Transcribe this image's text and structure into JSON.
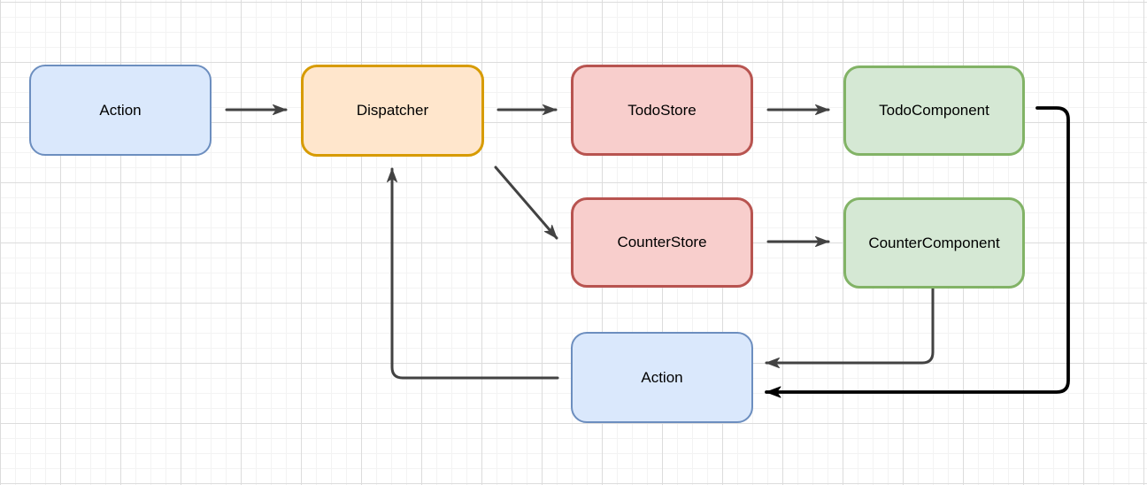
{
  "canvas": {
    "background": "#ffffff",
    "grid_minor_color": "#f3f3f3",
    "grid_major_color": "#dcdcdc"
  },
  "nodes": {
    "action_top": {
      "label": "Action",
      "fill": "#dae8fc",
      "stroke": "#6c8ebf"
    },
    "dispatcher": {
      "label": "Dispatcher",
      "fill": "#ffe6cc",
      "stroke": "#d79b00"
    },
    "todo_store": {
      "label": "TodoStore",
      "fill": "#f8cecc",
      "stroke": "#b85450"
    },
    "todo_component": {
      "label": "TodoComponent",
      "fill": "#d5e8d4",
      "stroke": "#82b366"
    },
    "counter_store": {
      "label": "CounterStore",
      "fill": "#f8cecc",
      "stroke": "#b85450"
    },
    "counter_component": {
      "label": "CounterComponent",
      "fill": "#d5e8d4",
      "stroke": "#82b366"
    },
    "action_bottom": {
      "label": "Action",
      "fill": "#dae8fc",
      "stroke": "#6c8ebf"
    }
  },
  "edges": [
    {
      "from": "Action",
      "to": "Dispatcher",
      "color": "#424242",
      "style": "arrow"
    },
    {
      "from": "Dispatcher",
      "to": "TodoStore",
      "color": "#424242",
      "style": "arrow"
    },
    {
      "from": "TodoStore",
      "to": "TodoComponent",
      "color": "#424242",
      "style": "arrow"
    },
    {
      "from": "Dispatcher",
      "to": "CounterStore",
      "color": "#424242",
      "style": "arrow"
    },
    {
      "from": "CounterStore",
      "to": "CounterComponent",
      "color": "#424242",
      "style": "arrow"
    },
    {
      "from": "CounterComponent",
      "to": "Action",
      "color": "#424242",
      "style": "arrow"
    },
    {
      "from": "TodoComponent",
      "to": "Action",
      "color": "#000000",
      "style": "arrow-thick-loop"
    },
    {
      "from": "Action",
      "to": "Dispatcher",
      "color": "#424242",
      "style": "arrow"
    }
  ]
}
